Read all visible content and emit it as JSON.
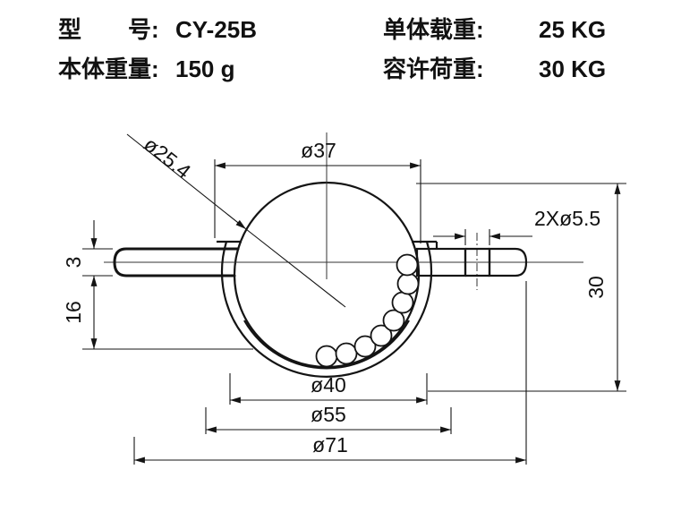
{
  "header": {
    "model_label": "型　　号:",
    "model_value": "CY-25B",
    "weight_label": "本体重量:",
    "weight_value": "150 g",
    "unit_load_label": "单体载重:",
    "unit_load_value": "25 KG",
    "allow_load_label": "容许荷重:",
    "allow_load_value": "30 KG"
  },
  "dims": {
    "ball_diameter": "ø25.4",
    "top_diameter": "ø37",
    "mount_holes": "2Xø5.5",
    "total_height": "30",
    "plate_thickness": "3",
    "body_height": "16",
    "inner_diameter": "ø40",
    "cup_diameter": "ø55",
    "flange_diameter": "ø71"
  },
  "colors": {
    "line": "#141414",
    "background": "#ffffff"
  }
}
